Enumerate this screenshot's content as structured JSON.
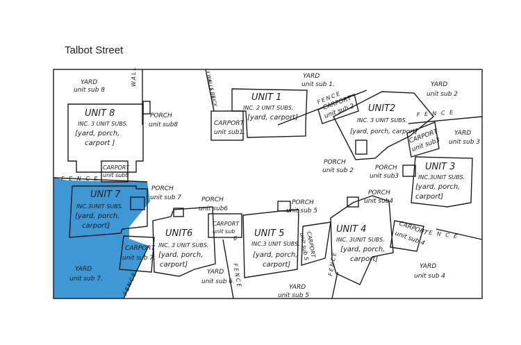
{
  "street": "Talbot Street",
  "colors": {
    "highlight": "#3f97d4",
    "line": "#1a1a1a",
    "background": "#ffffff"
  },
  "units": {
    "unit1": {
      "name": "UNIT 1",
      "inc": "INC. 2 UNIT SUBS.",
      "subs": "[yard, carport]"
    },
    "unit2": {
      "name": "UNIT2",
      "inc": "INC. 3 UNIT SUBS.",
      "subs": "[yard, porch, carport]"
    },
    "unit3": {
      "name": "UNIT 3",
      "inc": "INC.3UNIT SUBS.",
      "subs1": "[yard, porch,",
      "subs2": "carport]"
    },
    "unit4": {
      "name": "UNIT 4",
      "inc": "INC. 3UNIT SUBS.",
      "subs1": "[yard, porch,",
      "subs2": "carport]"
    },
    "unit5": {
      "name": "UNIT 5",
      "inc": "INC.3 UNIT SUBS.",
      "subs1": "[yard, porch,",
      "subs2": "carport]"
    },
    "unit6": {
      "name": "UNIT6",
      "inc": "INC. 3 UNIT SUBS.",
      "subs1": "[yard, porch,",
      "subs2": "carport]"
    },
    "unit7": {
      "name": "UNIT 7",
      "inc": "INC.3UNIT SUBS.",
      "subs1": "[yard, porch,",
      "subs2": "carport]"
    },
    "unit8": {
      "name": "UNIT 8",
      "inc": "INC. 3 UNIT SUBS.",
      "subs1": "[yard, porch,",
      "subs2": "carport ]"
    }
  },
  "labels": {
    "yard8_a": "YARD",
    "yard8_b": "unit sub 8",
    "porch8_a": "PORCH",
    "porch8_b": "unit sub8",
    "carport8_a": "CARPORT",
    "carport8_b": "unit sub8",
    "yard1_a": "YARD",
    "yard1_b": "unit sub 1.",
    "carport1_a": "CARPORT",
    "carport1_b": "unit sub1.",
    "carport2_a": "CARPORT",
    "carport2_b": "unit sub 2",
    "yard2_a": "YARD",
    "yard2_b": "unit sub 2",
    "porch2_a": "PORCH",
    "porch2_b": "unit sub 2",
    "carport3_a": "CARPORT",
    "carport3_b": "unit sub3",
    "yard3_a": "YARD",
    "yard3_b": "unit sub 3",
    "porch3_a": "PORCH",
    "porch3_b": "unit sub3",
    "porch4_a": "PORCH",
    "porch4_b": "unit sub4",
    "carport4_a": "CARPORT",
    "carport4_b": "unit sub 4",
    "yard4_a": "YARD",
    "yard4_b": "unit sub 4",
    "porch5_a": "PORCH",
    "porch5_b": "unit sub 5",
    "carport5_a": "CARPORT",
    "carport5_b": "unit sub 5",
    "yard5_a": "YARD",
    "yard5_b": "unit sub 5",
    "porch6_a": "PORCH",
    "porch6_b": "unit sub6",
    "carport6_a": "CARPORT",
    "carport6_b": "unit sub",
    "carport6_c": "6",
    "yard6_a": "YARD",
    "yard6_b": "unit sub 6.",
    "porch7_a": "PORCH",
    "porch7_b": "unit sub 7",
    "carport7_a": "CARPORT",
    "carport7_b": "unit sub 7.",
    "yard7_a": "YARD",
    "yard7_b": "unit sub 7.",
    "fence": "FENCE",
    "fence_spaced": "F E N C E",
    "wall": "WALL",
    "walls_brick": "WALLS BRICK"
  }
}
